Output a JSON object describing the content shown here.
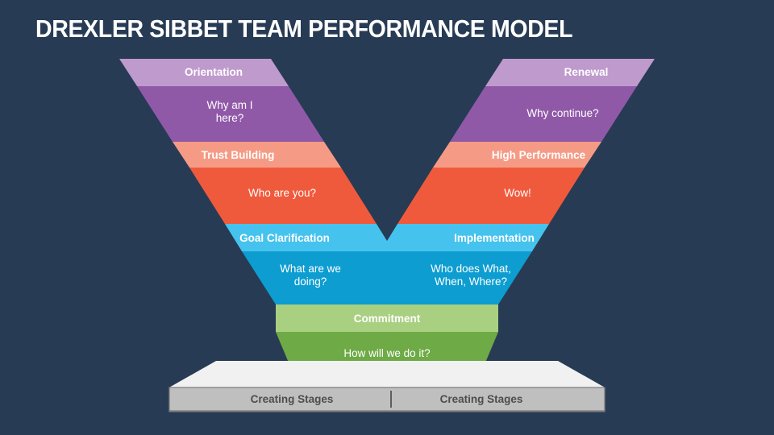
{
  "page": {
    "title": "DREXLER SIBBET TEAM PERFORMANCE MODEL",
    "background_color": "#273b54"
  },
  "palette": {
    "light_purple": "#bf9acd",
    "purple": "#9059a8",
    "salmon": "#f59b85",
    "orange": "#f05a3c",
    "light_blue": "#45c3ee",
    "blue": "#0d9dd0",
    "light_green": "#a8d080",
    "green": "#6eaa46",
    "platform_top": "#f1f1f1",
    "platform_front": "#bfbfbf",
    "base_text": "#4d4d4d",
    "label_text": "#ffffff"
  },
  "left_arm": {
    "name": "creating-stages-left",
    "bands": [
      {
        "id": "orientation",
        "header": "Orientation",
        "question": "Why am I\nhere?",
        "header_color": "#bf9acd",
        "body_color": "#9059a8"
      },
      {
        "id": "trust-building",
        "header": "Trust Building",
        "question": "Who are you?",
        "header_color": "#f59b85",
        "body_color": "#f05a3c"
      },
      {
        "id": "goal-clarification",
        "header": "Goal Clarification",
        "question": "What are we\ndoing?",
        "header_color": "#45c3ee",
        "body_color": "#0d9dd0"
      }
    ]
  },
  "right_arm": {
    "name": "creating-stages-right",
    "bands": [
      {
        "id": "renewal",
        "header": "Renewal",
        "question": "Why continue?",
        "header_color": "#bf9acd",
        "body_color": "#9059a8"
      },
      {
        "id": "high-performance",
        "header": "High Performance",
        "question": "Wow!",
        "header_color": "#f59b85",
        "body_color": "#f05a3c"
      },
      {
        "id": "implementation",
        "header": "Implementation",
        "question": "Who does What,\nWhen, Where?",
        "header_color": "#45c3ee",
        "body_color": "#0d9dd0"
      }
    ]
  },
  "bottom_band": {
    "id": "commitment",
    "header": "Commitment",
    "question": "How will we do it?",
    "header_color": "#a8d080",
    "body_color": "#6eaa46"
  },
  "base": {
    "left_label": "Creating Stages",
    "right_label": "Creating Stages"
  }
}
